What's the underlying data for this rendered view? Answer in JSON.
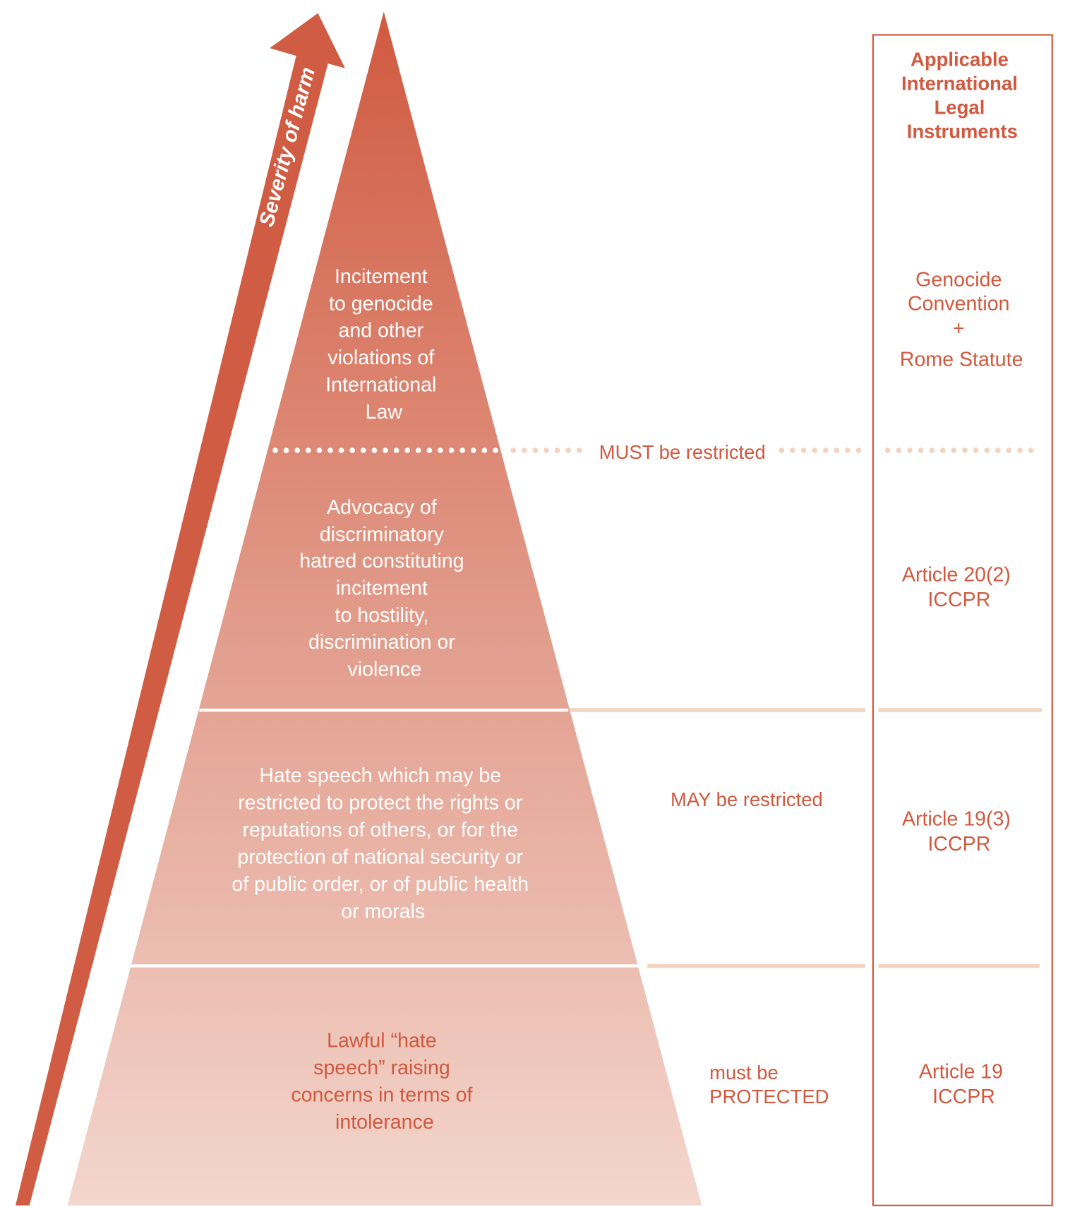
{
  "arrow": {
    "label": "Severity of harm"
  },
  "pyramid": {
    "levels": [
      {
        "lines": [
          "Incitement",
          "to genocide",
          "and other",
          "violations of",
          "International",
          "Law"
        ]
      },
      {
        "lines": [
          "Advocacy of",
          "discriminatory",
          "hatred constituting",
          "incitement",
          "to hostility,",
          "discrimination or",
          "violence"
        ]
      },
      {
        "lines": [
          "Hate speech which may be",
          "restricted to protect the rights or",
          "reputations of others, or for the",
          "protection of national security or",
          "of public order, or of public health",
          "or morals"
        ]
      },
      {
        "lines": [
          "Lawful “hate",
          "speech” raising",
          "concerns in terms of",
          "intolerance"
        ]
      }
    ]
  },
  "thresholds": {
    "must": "MUST be restricted",
    "may": "MAY be restricted",
    "protected": [
      "must be",
      "PROTECTED"
    ]
  },
  "instruments": {
    "header": [
      "Applicable",
      "International",
      "Legal",
      "Instruments"
    ],
    "items": [
      [
        "Genocide",
        "Convention",
        "+",
        "Rome Statute"
      ],
      [
        "Article 20(2)",
        "ICCPR"
      ],
      [
        "Article 19(3)",
        "ICCPR"
      ],
      [
        "Article 19",
        "ICCPR"
      ]
    ]
  },
  "colors": {
    "accent": "#cf5c43",
    "text": "#d0593f",
    "peach": "#f2d3c0",
    "pyramid_top": "#d05a40",
    "pyramid_bottom": "#f3d6cd"
  }
}
